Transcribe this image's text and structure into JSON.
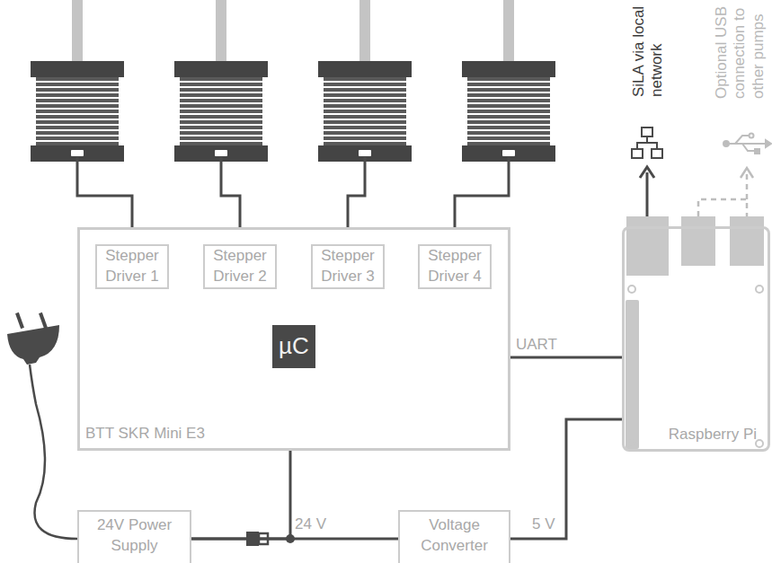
{
  "diagram": {
    "nodes": [
      {
        "text": [
          "BTT SKR Mini E3"
        ]
      },
      {
        "text": [
          "Stepper Driver 1"
        ],
        "in": 0
      },
      {
        "text": [
          "Stepper Driver 2"
        ],
        "in": 0
      },
      {
        "text": [
          "Stepper Driver 3"
        ],
        "in": 0
      },
      {
        "text": [
          "Stepper Driver 4"
        ],
        "in": 0
      },
      {
        "text": [
          "µC"
        ],
        "in": 0
      },
      {
        "text": [
          "Raspberry Pi"
        ]
      },
      {
        "text": [
          "24V Power Supply"
        ]
      },
      {
        "text": [
          "Voltage Converter"
        ]
      }
    ],
    "edges": [
      {
        "from": 0,
        "to": 6,
        "label": "UART",
        "arrow": "none"
      },
      {
        "from": 7,
        "to": 0,
        "arrow": "none"
      },
      {
        "from": 7,
        "to": 8,
        "label": "24 V",
        "arrow": "none"
      },
      {
        "from": 8,
        "to": 6,
        "label": "5 V",
        "arrow": "none"
      }
    ],
    "labels": [
      "SiLA via local network",
      "Optional USB connection to other pumps"
    ]
  }
}
